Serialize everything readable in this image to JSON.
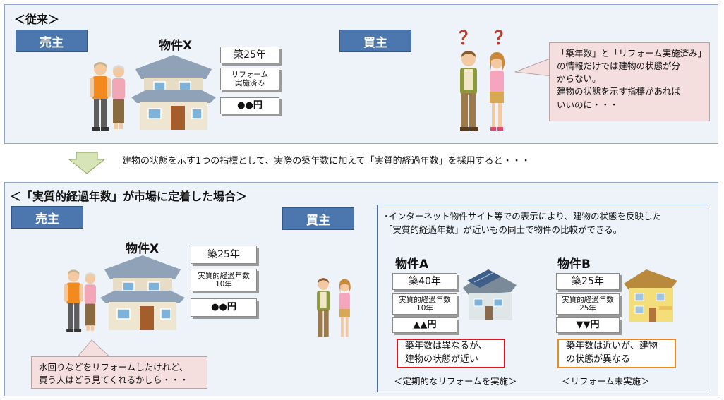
{
  "top": {
    "heading": "＜従来＞",
    "seller_label": "売主",
    "buyer_label": "買主",
    "property_title": "物件X",
    "tag_age": "築25年",
    "tag_reform_line1": "リフォーム",
    "tag_reform_line2": "実施済み",
    "tag_price": "●●円",
    "question_mark": "？",
    "bubble_lines": [
      "「築年数」と「リフォーム実施済み」",
      "の情報だけでは建物の状態が分",
      "からない。",
      "建物の状態を示す指標があれば",
      "いいのに・・・"
    ]
  },
  "middle": {
    "transition_text": "建物の状態を示す1つの指標として、実際の築年数に加えて「実質的経過年数」を採用すると・・・"
  },
  "bottom": {
    "heading": "＜「実質的経過年数」が市場に定着した場合＞",
    "seller_label": "売主",
    "buyer_label": "買主",
    "property_title": "物件X",
    "tag_age": "築25年",
    "tag_effective_line1": "実質的経過年数",
    "tag_effective_line2": "10年",
    "tag_price": "●●円",
    "seller_bubble_lines": [
      "水回りなどをリフォームしたけれど、",
      "買う人はどう見てくれるかしら・・・"
    ],
    "info_lines": [
      "･インターネット物件サイト等での表示により、建物の状態を反映した",
      "「実質的経過年数」が近いもの同士で物件の比較ができる。"
    ],
    "property_a": {
      "title": "物件A",
      "tag_age": "築40年",
      "tag_effective_line1": "実質的経過年数",
      "tag_effective_line2": "10年",
      "tag_price": "▲▲円",
      "note_lines": [
        "築年数は異なるが、",
        "建物の状態が近い"
      ],
      "caption": "＜定期的なリフォームを実施＞",
      "note_border_color": "#e0141e"
    },
    "property_b": {
      "title": "物件B",
      "tag_age": "築25年",
      "tag_effective_line1": "実質的経過年数",
      "tag_effective_line2": "25年",
      "tag_price": "▼▼円",
      "note_lines": [
        "築年数は近いが、建物",
        "の状態が異なる"
      ],
      "caption": "＜リフォーム未実施＞",
      "note_border_color": "#e98a1b"
    }
  },
  "colors": {
    "panel_bg": "#eef3fa",
    "role_bg": "#4b76ae",
    "bubble_bg": "#f5dede",
    "question_color": "#c0392b"
  }
}
